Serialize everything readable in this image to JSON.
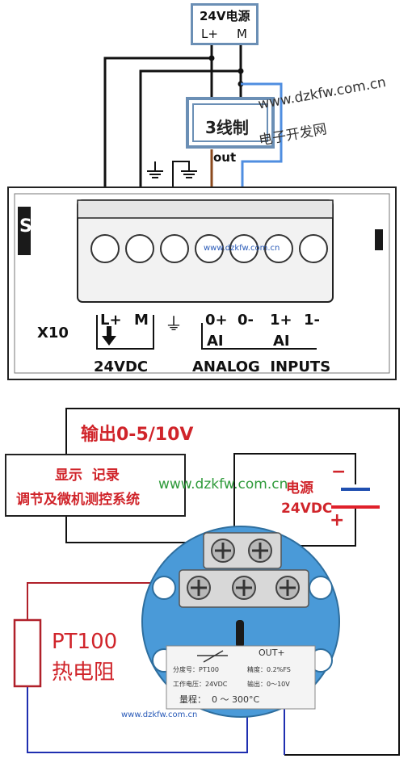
{
  "top_diagram": {
    "power_box": {
      "title": "24V电源",
      "l_plus": "L+",
      "m": "M"
    },
    "sensor_box": {
      "label": "3线制",
      "out_label": "out"
    },
    "watermark_top": {
      "line1": "www.dzkfw.com.cn",
      "line2": "电子开发网"
    },
    "terminal_watermark": "www.dzkfw.com.cn",
    "module": {
      "connector_id": "X10",
      "labels": {
        "l_plus": "L+",
        "m": "M",
        "ground": "⏚",
        "zero_plus": "0+",
        "zero_minus": "0-",
        "one_plus": "1+",
        "one_minus": "1-",
        "ai_a": "AI",
        "ai_b": "AI",
        "vdc": "24VDC",
        "analog_inputs": "ANALOG  INPUTS"
      }
    }
  },
  "bottom_diagram": {
    "output_label": "输出0-5/10V",
    "display_box": {
      "line1": "显示  记录",
      "line2": "调节及微机测控系统"
    },
    "watermark_mid": "www.dzkfw.com.cn",
    "power": {
      "label": "电源",
      "voltage": "24VDC",
      "minus": "−",
      "plus": "+"
    },
    "rtd": {
      "line1": "PT100",
      "line2": "热电阻"
    },
    "transmitter_label": {
      "out_plus": "OUT+",
      "row1_left": "分度号：PT100",
      "row1_right": "精度：0.2%FS",
      "row2_left": "工作电压：24VDC",
      "row2_right": "输出：0～10V",
      "range": "量程：  0 ～ 300°C"
    },
    "watermark_bottom": "www.dzkfw.com.cn"
  }
}
